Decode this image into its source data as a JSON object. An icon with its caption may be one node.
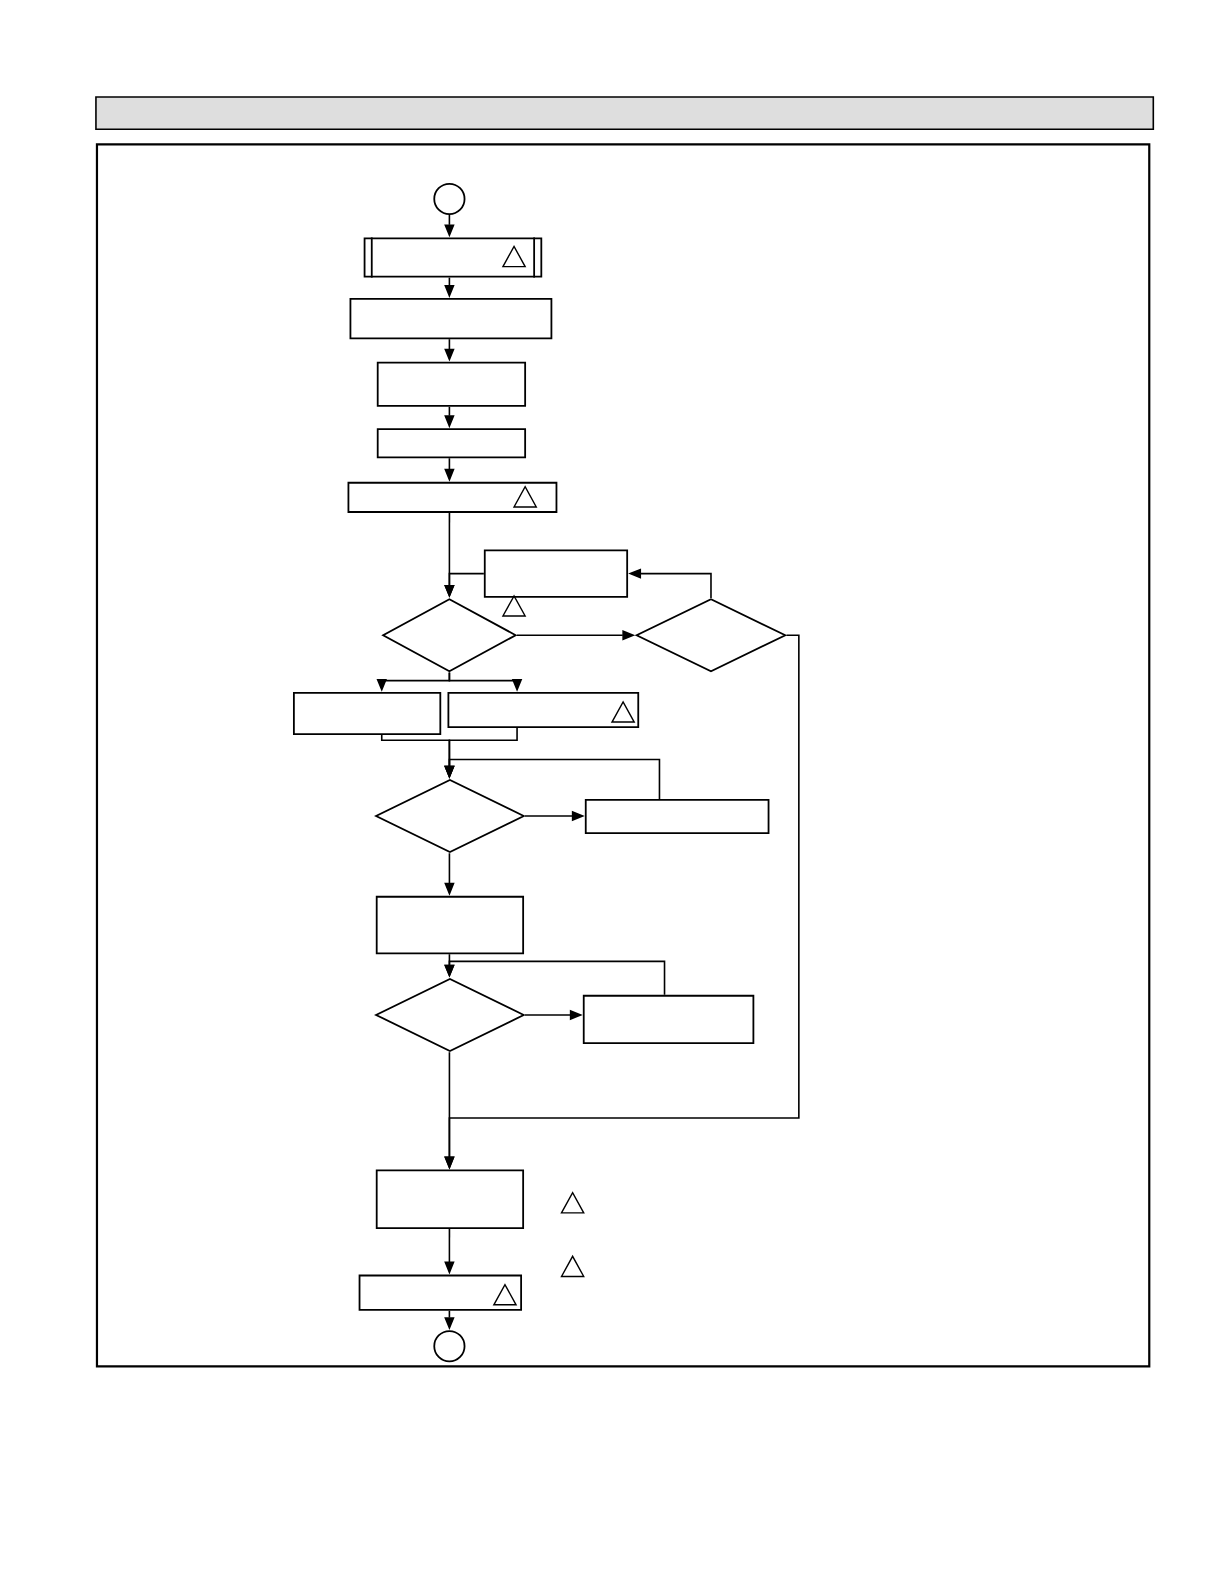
{
  "diagram": {
    "nodes": [
      {
        "text": [],
        "shape": "circle"
      },
      {
        "text": [],
        "shape": "box"
      },
      {
        "text": [],
        "shape": "box"
      },
      {
        "text": [],
        "shape": "box"
      },
      {
        "text": [],
        "shape": "box"
      },
      {
        "text": [],
        "shape": "box"
      },
      {
        "text": [],
        "shape": "box"
      },
      {
        "text": [],
        "shape": "diamond"
      },
      {
        "text": [],
        "shape": "diamond"
      },
      {
        "text": [],
        "shape": "box"
      },
      {
        "text": [],
        "shape": "box"
      },
      {
        "text": [],
        "shape": "diamond"
      },
      {
        "text": [],
        "shape": "box"
      },
      {
        "text": [],
        "shape": "box"
      },
      {
        "text": [],
        "shape": "diamond"
      },
      {
        "text": [],
        "shape": "box"
      },
      {
        "text": [],
        "shape": "box"
      },
      {
        "text": [],
        "shape": "box"
      },
      {
        "text": [],
        "shape": "circle"
      }
    ],
    "edges": [
      {
        "from": 0,
        "to": 1,
        "arrow": "to"
      },
      {
        "from": 1,
        "to": 2,
        "arrow": "to"
      },
      {
        "from": 2,
        "to": 3,
        "arrow": "to"
      },
      {
        "from": 3,
        "to": 4,
        "arrow": "to"
      },
      {
        "from": 4,
        "to": 5,
        "arrow": "to"
      },
      {
        "from": 5,
        "to": 7,
        "arrow": "to"
      },
      {
        "from": 6,
        "to": 7,
        "arrow": "to"
      },
      {
        "from": 7,
        "to": 8,
        "arrow": "to"
      },
      {
        "from": 8,
        "to": 6,
        "arrow": "to"
      },
      {
        "from": 8,
        "to": 16,
        "arrow": "to"
      },
      {
        "from": 7,
        "to": 9,
        "arrow": "to"
      },
      {
        "from": 7,
        "to": 10,
        "arrow": "to"
      },
      {
        "from": 9,
        "to": 11,
        "arrow": "to"
      },
      {
        "from": 10,
        "to": 11,
        "arrow": "to"
      },
      {
        "from": 12,
        "to": 11,
        "arrow": "to"
      },
      {
        "from": 11,
        "to": 12,
        "arrow": "to"
      },
      {
        "from": 11,
        "to": 13,
        "arrow": "to"
      },
      {
        "from": 13,
        "to": 14,
        "arrow": "to"
      },
      {
        "from": 15,
        "to": 14,
        "arrow": "to"
      },
      {
        "from": 14,
        "to": 15,
        "arrow": "to"
      },
      {
        "from": 14,
        "to": 16,
        "arrow": "to"
      },
      {
        "from": 16,
        "to": 17,
        "arrow": "to"
      },
      {
        "from": 17,
        "to": 18,
        "arrow": "to"
      }
    ]
  }
}
